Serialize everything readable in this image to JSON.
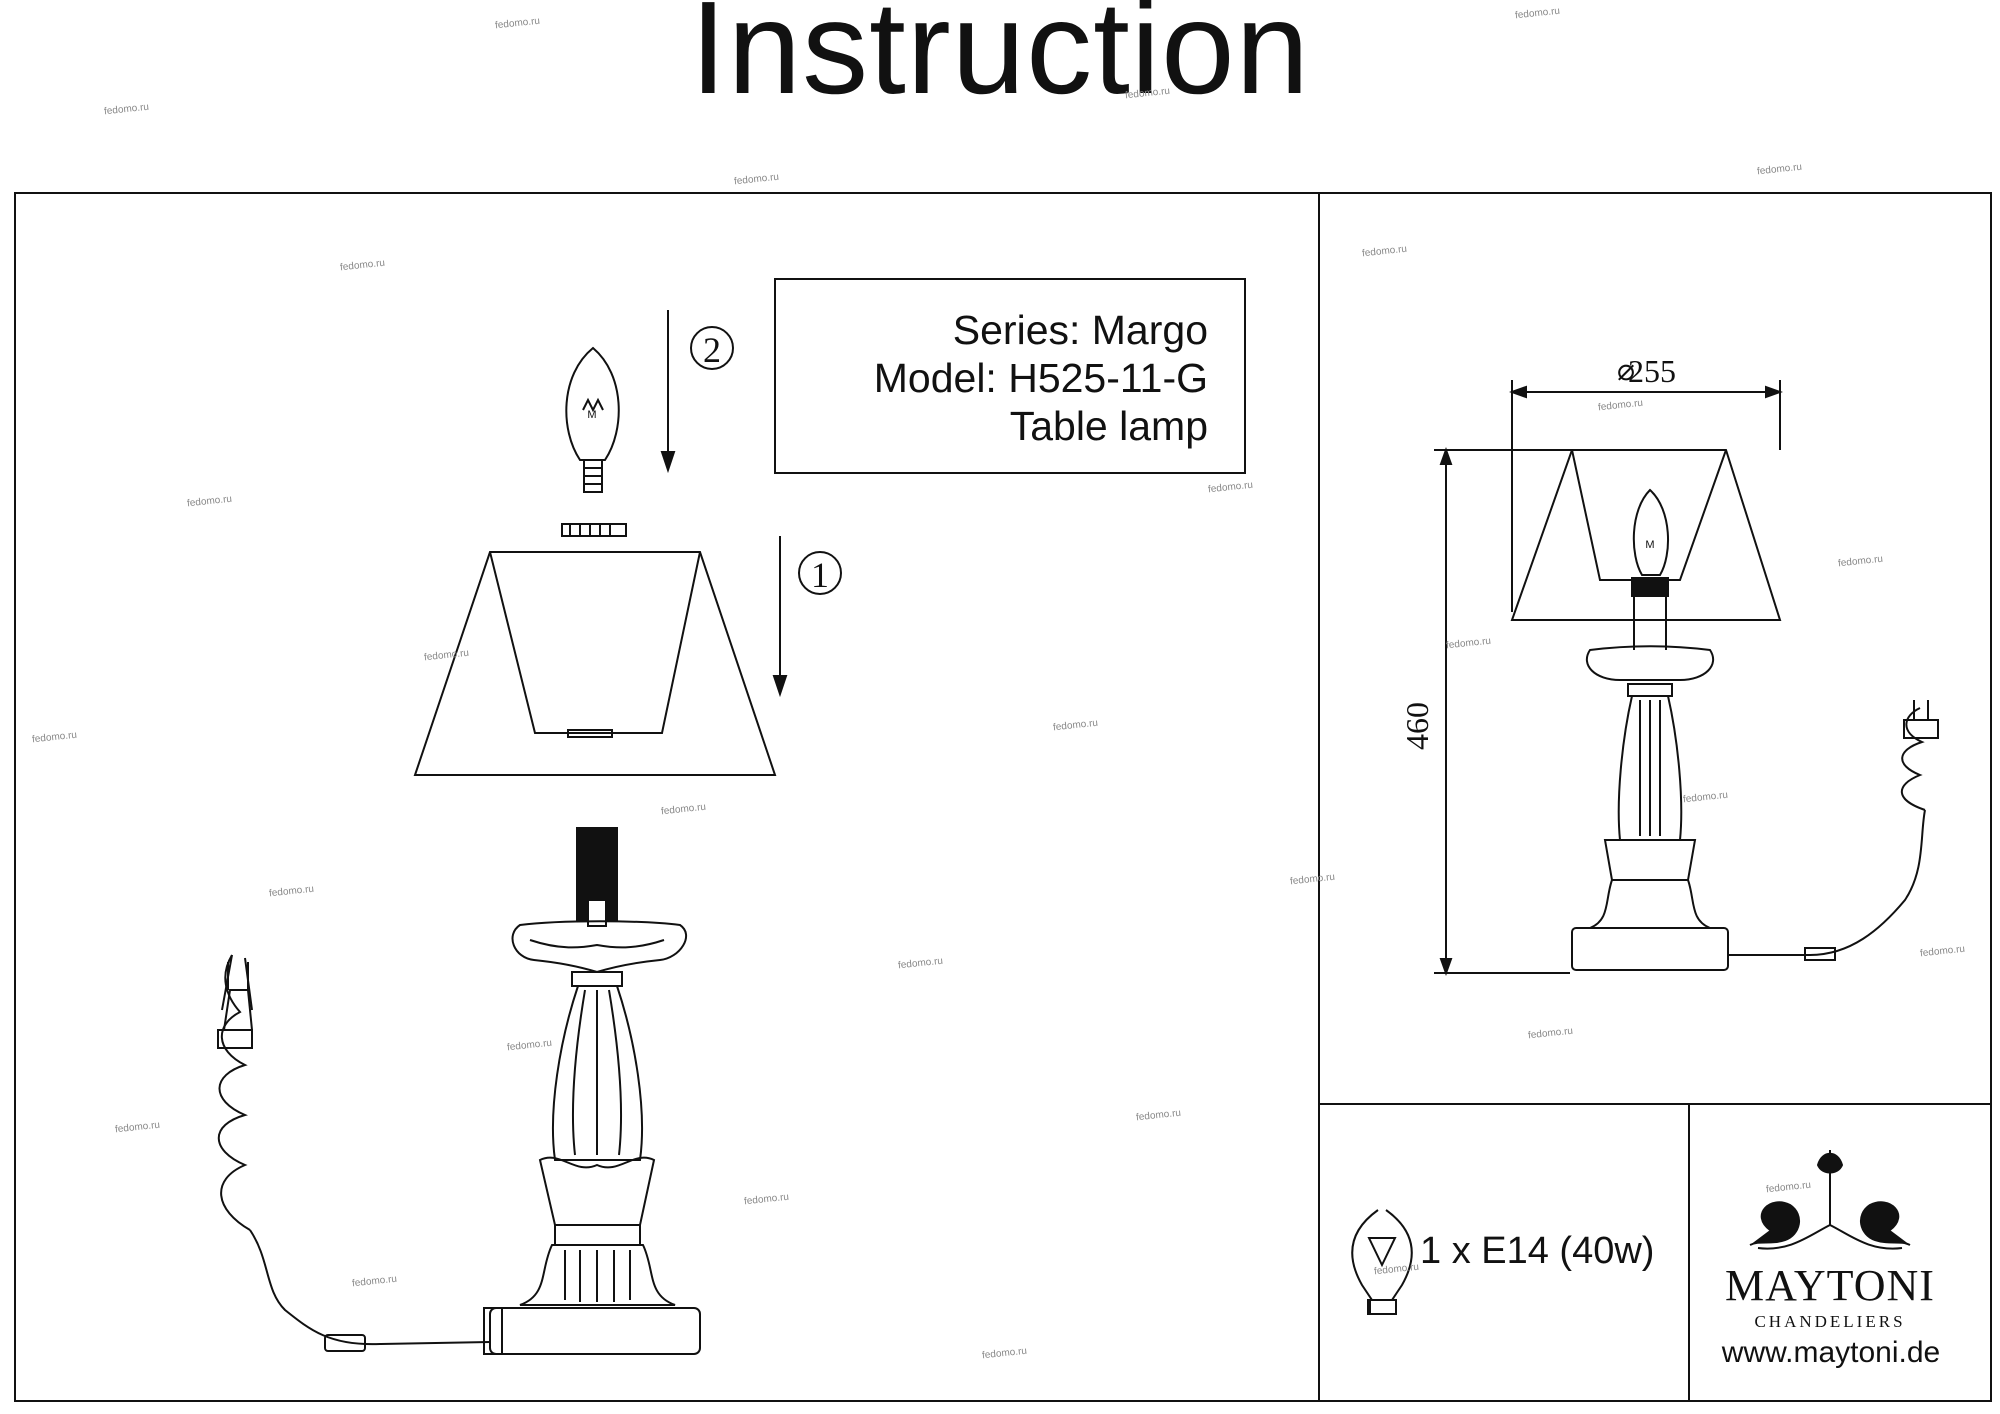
{
  "title": "Instruction",
  "info": {
    "series": "Series: Margo",
    "model": "Model: H525-11-G",
    "type": "Table lamp"
  },
  "steps": {
    "step1": "1",
    "step2": "2"
  },
  "dimensions": {
    "diameter": "255",
    "height": "460"
  },
  "bulb_spec": "1 x E14 (40w)",
  "brand": {
    "name": "MAYTONI",
    "subtitle": "CHANDELIERS",
    "website": "www.maytoni.de"
  },
  "watermark": "fedomo.ru",
  "icons": [
    "bulb-icon",
    "maytoni-logo"
  ]
}
